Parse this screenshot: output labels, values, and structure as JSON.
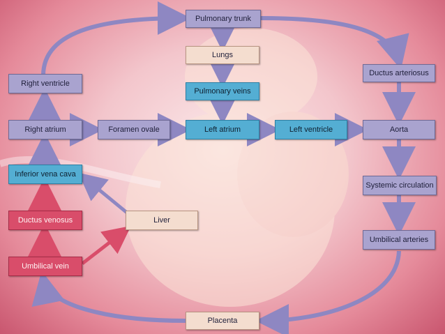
{
  "nodes": {
    "pulmonary_trunk": "Pulmonary trunk",
    "lungs": "Lungs",
    "pulmonary_veins": "Pulmonary veins",
    "left_atrium": "Left atrium",
    "left_ventricle": "Left ventricle",
    "aorta": "Aorta",
    "ductus_arteriosus": "Ductus arteriosus",
    "systemic_circulation": "Systemic circulation",
    "umbilical_arteries": "Umbilical arteries",
    "placenta": "Placenta",
    "umbilical_vein": "Umbilical vein",
    "ductus_venosus": "Ductus venosus",
    "liver": "Liver",
    "inferior_vena_cava": "Inferior vena cava",
    "right_atrium": "Right atrium",
    "foramen_ovale": "Foramen ovale",
    "right_ventricle": "Right ventricle"
  },
  "colors": {
    "purple": "#a9a3cf",
    "blue": "#54aed3",
    "red": "#d94d6a",
    "tan": "#f4ddcf",
    "arrow_purple": "#8e87c2",
    "arrow_red": "#d94d6a"
  }
}
